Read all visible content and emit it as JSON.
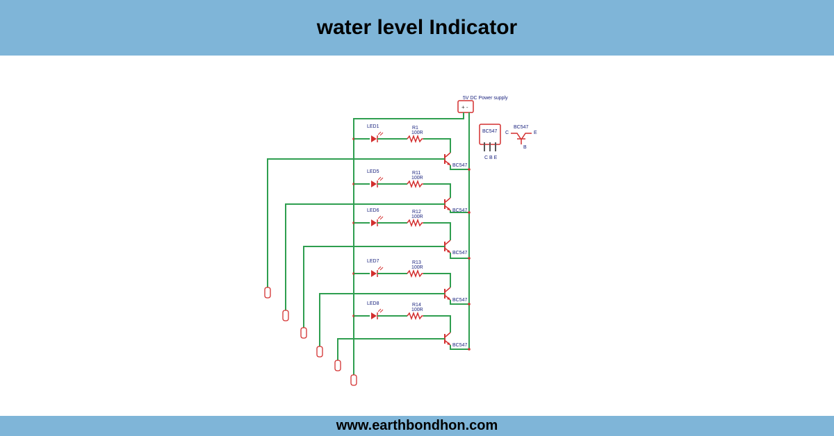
{
  "header": {
    "title": "water level Indicator"
  },
  "footer": {
    "url": "www.earthbondhon.com"
  },
  "diagram": {
    "power_supply": {
      "label": "5V DC Power supply",
      "terminals": "+ -"
    },
    "stages": [
      {
        "led": "LED1",
        "resistor": "R1",
        "value": "100R",
        "transistor": "BC547"
      },
      {
        "led": "LED5",
        "resistor": "R11",
        "value": "100R",
        "transistor": "BC547"
      },
      {
        "led": "LED6",
        "resistor": "R12",
        "value": "100R",
        "transistor": "BC547"
      },
      {
        "led": "LED7",
        "resistor": "R13",
        "value": "100R",
        "transistor": "BC547"
      },
      {
        "led": "LED8",
        "resistor": "R14",
        "value": "100R",
        "transistor": "BC547"
      }
    ],
    "pinout": {
      "package_label": "BC547",
      "pins": "C B E",
      "symbol_label": "BC547",
      "c": "C",
      "b": "B",
      "e": "E"
    },
    "colors": {
      "wire": "#2e9e4f",
      "component": "#d32f2f",
      "label": "#1a237e",
      "banner": "#7fb5d8"
    }
  }
}
